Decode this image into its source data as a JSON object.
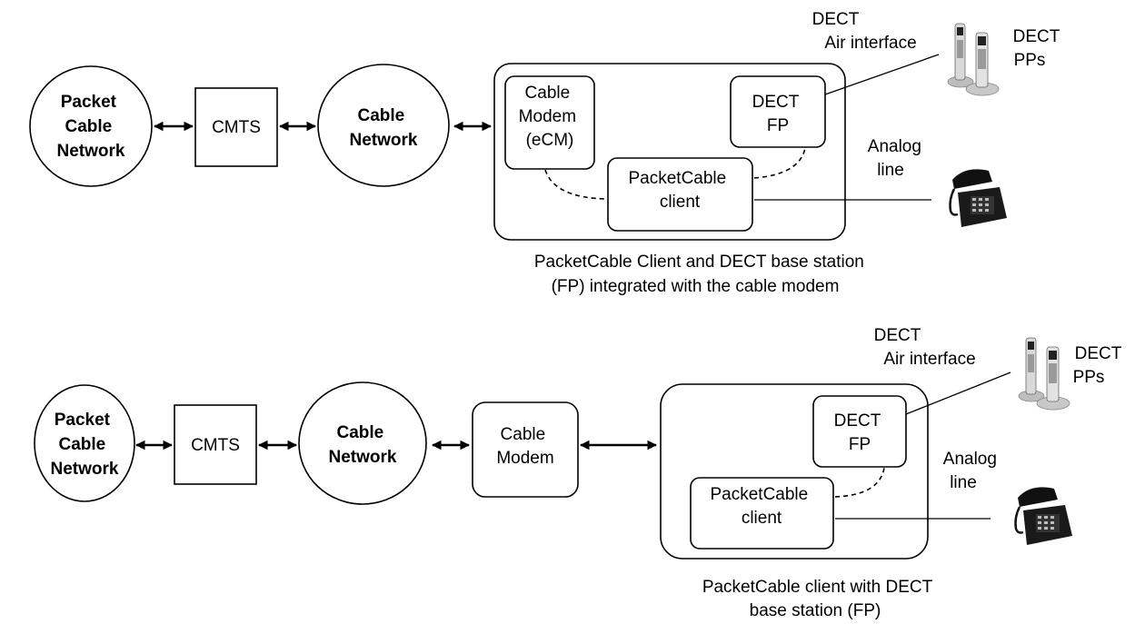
{
  "colors": {
    "stroke": "#000000",
    "background": "#ffffff",
    "text": "#000000"
  },
  "top": {
    "packetcable_network": [
      "Packet",
      "Cable",
      "Network"
    ],
    "cmts": "CMTS",
    "cable_network": [
      "Cable",
      "Network"
    ],
    "cable_modem": [
      "Cable",
      "Modem",
      "(eCM)"
    ],
    "dect_fp": [
      "DECT",
      "FP"
    ],
    "packetcable_client": [
      "PacketCable",
      "client"
    ],
    "dect_air_interface": [
      "DECT",
      "Air interface"
    ],
    "dect_pps": [
      "DECT",
      "PPs"
    ],
    "analog_line": [
      "Analog",
      "line"
    ],
    "caption": [
      "PacketCable Client and DECT base station",
      "(FP) integrated with the cable modem"
    ]
  },
  "bottom": {
    "packetcable_network": [
      "Packet",
      "Cable",
      "Network"
    ],
    "cmts": "CMTS",
    "cable_network": [
      "Cable",
      "Network"
    ],
    "cable_modem": [
      "Cable",
      "Modem"
    ],
    "dect_fp": [
      "DECT",
      "FP"
    ],
    "packetcable_client": [
      "PacketCable",
      "client"
    ],
    "dect_air_interface": [
      "DECT",
      "Air interface"
    ],
    "dect_pps": [
      "DECT",
      "PPs"
    ],
    "analog_line": [
      "Analog",
      "line"
    ],
    "caption": [
      "PacketCable client with DECT",
      "base station (FP)"
    ]
  },
  "icons": {
    "handset": "dect-handset-icon",
    "desk_phone": "desk-phone-icon"
  }
}
